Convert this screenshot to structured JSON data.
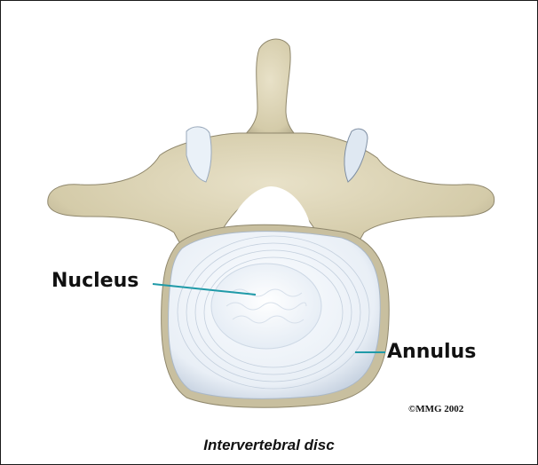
{
  "labels": {
    "nucleus": "Nucleus",
    "annulus": "Annulus"
  },
  "copyright": "©MMG 2002",
  "caption": "Intervertebral disc",
  "colors": {
    "bone": "#d9d0b6",
    "bone_shadow": "#9e957a",
    "disc": "#eef3f8",
    "disc_ring": "#b9c6d6",
    "leader_line": "#1f9aa8",
    "facet": "#e6eef7"
  }
}
